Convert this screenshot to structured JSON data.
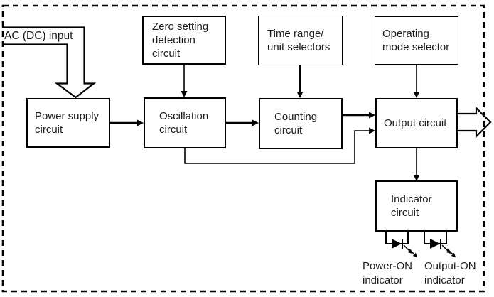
{
  "diagram": {
    "input": {
      "label": "AC (DC) input"
    },
    "boxes": {
      "zero_setting": {
        "line1": "Zero setting",
        "line2": "detection",
        "line3": "circuit"
      },
      "time_range": {
        "line1": "Time range/",
        "line2": "unit selectors"
      },
      "operating_mode": {
        "line1": "Operating",
        "line2": "mode selector"
      },
      "power_supply": {
        "line1": "Power supply",
        "line2": "circuit"
      },
      "oscillation": {
        "line1": "Oscillation",
        "line2": "circuit"
      },
      "counting": {
        "line1": "Counting",
        "line2": "circuit"
      },
      "output": {
        "line1": "Output circuit"
      },
      "indicator": {
        "line1": "Indicator",
        "line2": "circuit"
      }
    },
    "indicator_labels": {
      "power_on": {
        "line1": "Power-ON",
        "line2": "indicator"
      },
      "output_on": {
        "line1": "Output-ON",
        "line2": "indicator"
      }
    },
    "colors": {
      "line": "#000000",
      "background": "#ffffff"
    }
  }
}
